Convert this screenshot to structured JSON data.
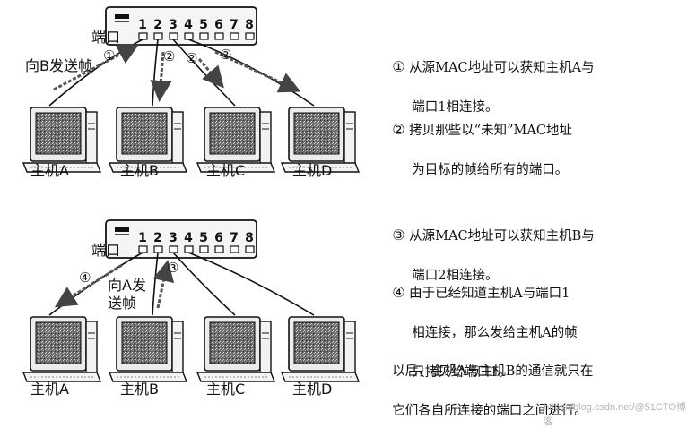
{
  "top": {
    "port_label": "端口",
    "port_numbers": [
      "1",
      "2",
      "3",
      "4",
      "5",
      "6",
      "7",
      "8"
    ],
    "frame_label": "向B发送帧",
    "step_markers": [
      "①",
      "②",
      "②",
      "②"
    ],
    "hosts": [
      "主机A",
      "主机B",
      "主机C",
      "主机D"
    ]
  },
  "bottom": {
    "port_label": "端口",
    "port_numbers": [
      "1",
      "2",
      "3",
      "4",
      "5",
      "6",
      "7",
      "8"
    ],
    "frame_label_line1": "向A发",
    "frame_label_line2": "送帧",
    "step_markers": [
      "④",
      "③"
    ],
    "hosts": [
      "主机A",
      "主机B",
      "主机C",
      "主机D"
    ]
  },
  "notes": {
    "n1": {
      "marker": "①",
      "line1": "从源MAC地址可以获知主机A与",
      "line2": "端口1相连接。"
    },
    "n2": {
      "marker": "②",
      "line1": "拷贝那些以“未知”MAC地址",
      "line2": "为目标的帧给所有的端口。"
    },
    "n3": {
      "marker": "③",
      "line1": "从源MAC地址可以获知主机B与",
      "line2": "端口2相连接。"
    },
    "n4": {
      "marker": "④",
      "line1": "由于已经知道主机A与端口1",
      "line2": "相连接，那么发给主机A的帧",
      "line3": "只拷贝给端口1。"
    },
    "n5": {
      "line1": "以后，主机A与主机B的通信就只在",
      "line2": "它们各自所连接的端口之间进行。"
    }
  },
  "watermark": "https://blog.csdn.net/@51CTO博客"
}
